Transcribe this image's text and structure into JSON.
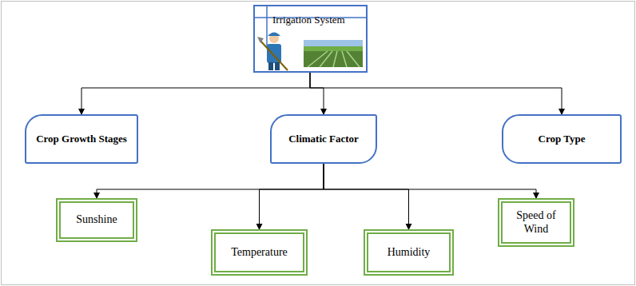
{
  "diagram": {
    "nodes": [
      {
        "text": [
          "Irrigation System"
        ]
      },
      {
        "text": [
          "Crop Growth Stages"
        ]
      },
      {
        "text": [
          "Climatic Factor"
        ]
      },
      {
        "text": [
          "Crop Type"
        ]
      },
      {
        "text": [
          "Sunshine"
        ]
      },
      {
        "text": [
          "Temperature"
        ]
      },
      {
        "text": [
          "Humidity"
        ]
      },
      {
        "text": [
          "Speed of Wind"
        ]
      }
    ],
    "edges": [
      {
        "from": 0,
        "to": 1,
        "arrow": "to"
      },
      {
        "from": 0,
        "to": 2,
        "arrow": "to"
      },
      {
        "from": 0,
        "to": 3,
        "arrow": "to"
      },
      {
        "from": 2,
        "to": 4,
        "arrow": "to"
      },
      {
        "from": 2,
        "to": 5,
        "arrow": "to"
      },
      {
        "from": 2,
        "to": 6,
        "arrow": "to"
      },
      {
        "from": 2,
        "to": 7,
        "arrow": "to"
      }
    ]
  }
}
